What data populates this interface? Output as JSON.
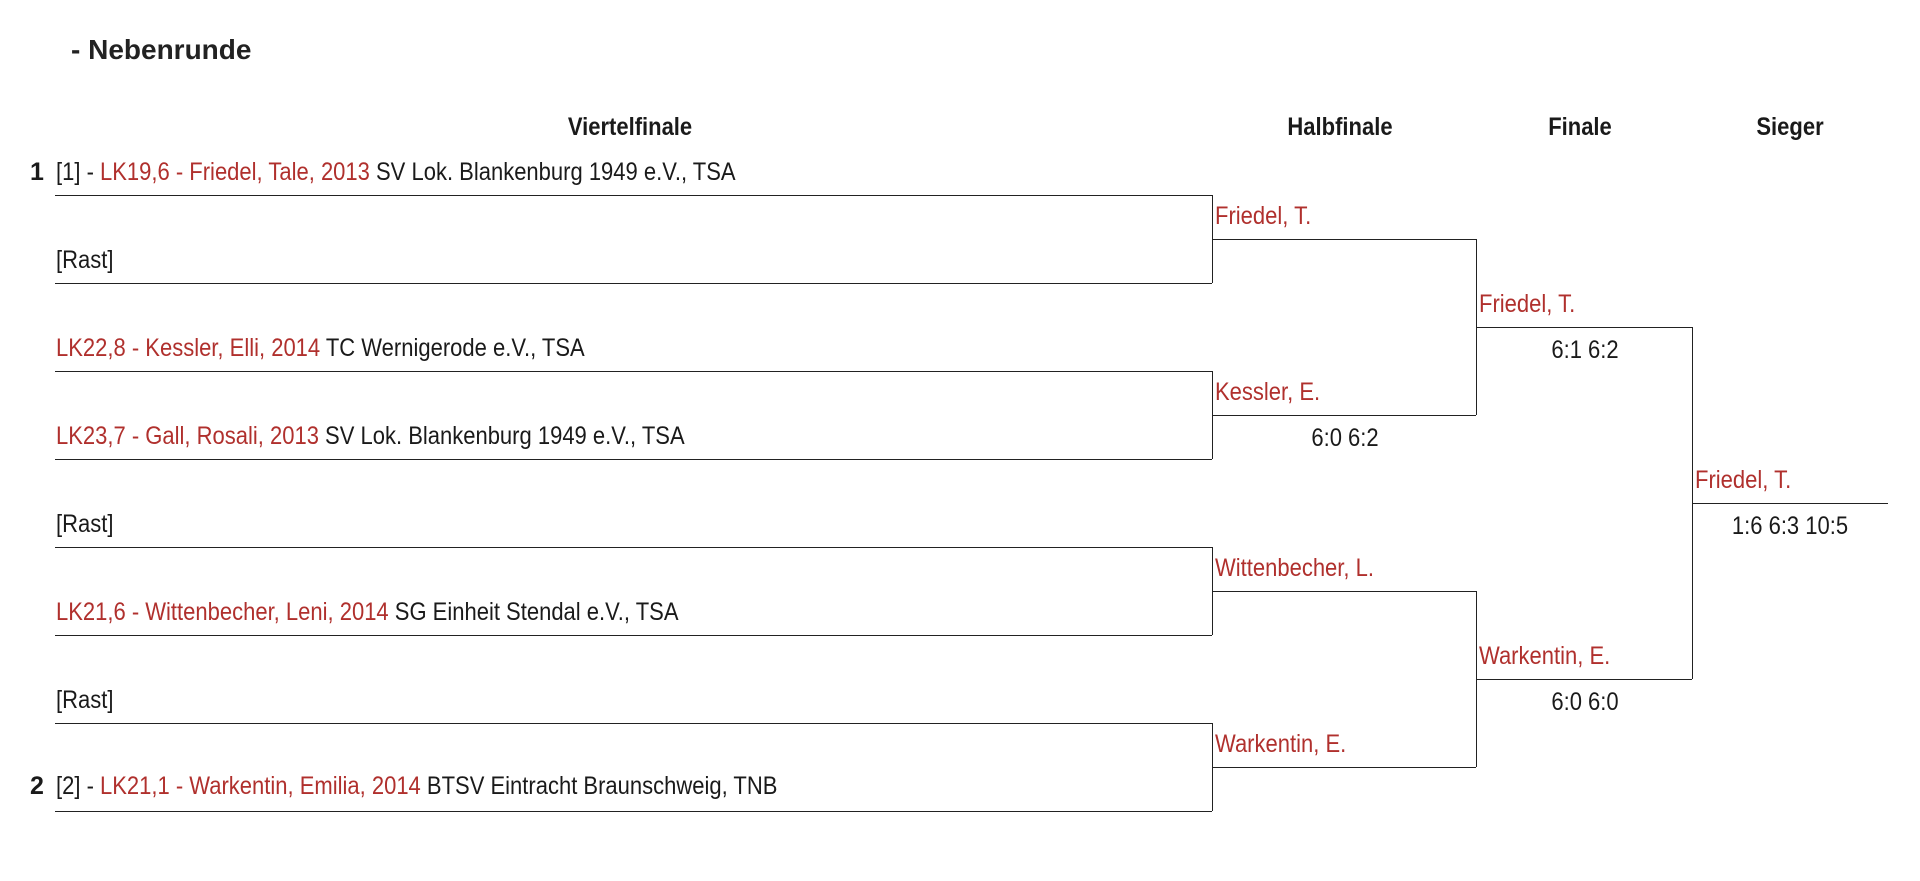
{
  "page": {
    "title": "- Nebenrunde"
  },
  "rounds": {
    "r1": "Viertelfinale",
    "r2": "Halbfinale",
    "r3": "Finale",
    "r4": "Sieger"
  },
  "entries": [
    {
      "seed": "1",
      "prefix": "[1] - ",
      "player": "LK19,6 - Friedel, Tale, 2013",
      "club": " SV Lok. Blankenburg 1949 e.V., TSA"
    },
    {
      "seed": "",
      "prefix": "[Rast]",
      "player": "",
      "club": ""
    },
    {
      "seed": "",
      "prefix": "",
      "player": "LK22,8 - Kessler, Elli, 2014",
      "club": " TC Wernigerode e.V., TSA"
    },
    {
      "seed": "",
      "prefix": "",
      "player": "LK23,7 - Gall, Rosali, 2013",
      "club": " SV Lok. Blankenburg 1949 e.V., TSA"
    },
    {
      "seed": "",
      "prefix": "[Rast]",
      "player": "",
      "club": ""
    },
    {
      "seed": "",
      "prefix": "",
      "player": "LK21,6 - Wittenbecher, Leni, 2014",
      "club": " SG Einheit Stendal e.V., TSA"
    },
    {
      "seed": "",
      "prefix": "[Rast]",
      "player": "",
      "club": ""
    },
    {
      "seed": "2",
      "prefix": "[2] - ",
      "player": "LK21,1 - Warkentin, Emilia, 2014",
      "club": " BTSV Eintracht Braunschweig, TNB"
    }
  ],
  "halbfinale": [
    {
      "winner": "Friedel, T.",
      "score": ""
    },
    {
      "winner": "Kessler, E.",
      "score": "6:0 6:2"
    },
    {
      "winner": "Wittenbecher, L.",
      "score": ""
    },
    {
      "winner": "Warkentin, E.",
      "score": ""
    }
  ],
  "finale": [
    {
      "winner": "Friedel, T.",
      "score": "6:1 6:2"
    },
    {
      "winner": "Warkentin, E.",
      "score": "6:0 6:0"
    }
  ],
  "sieger": {
    "winner": "Friedel, T.",
    "score": "1:6 6:3 10:5"
  }
}
